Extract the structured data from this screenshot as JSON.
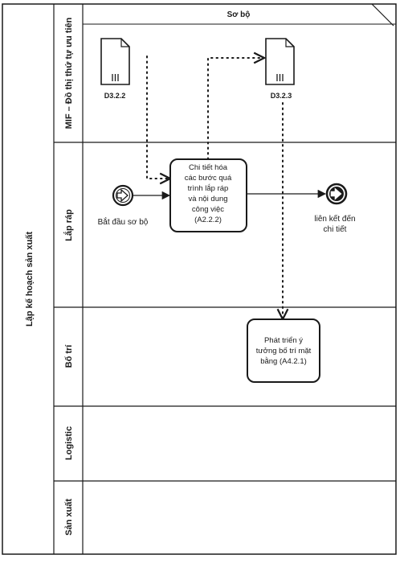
{
  "pool": {
    "label": "Lập kế hoạch sản xuất",
    "header": "Sơ bộ"
  },
  "lanes": [
    {
      "label": "MIF – Đồ thị thứ tự ưu tiên"
    },
    {
      "label": "Lắp ráp"
    },
    {
      "label": "Bố trí"
    },
    {
      "label": "Logistic"
    },
    {
      "label": "Sản xuất"
    }
  ],
  "documents": [
    {
      "label": "D3.2.2",
      "icon": "data-object-icon"
    },
    {
      "label": "D3.2.3",
      "icon": "data-object-icon"
    }
  ],
  "events": {
    "start": {
      "label": "Bắt đầu sơ bộ",
      "icon": "arrow-right-icon"
    },
    "end": {
      "line1": "liên kết đến",
      "line2": "chi tiết",
      "icon": "arrow-right-icon"
    }
  },
  "tasks": [
    {
      "lines": [
        "Chi tiết hóa",
        "các bước quá",
        "trình lắp ráp",
        "và nội dung",
        "công việc",
        "(A2.2.2)"
      ]
    },
    {
      "lines": [
        "Phát triển ý",
        "tưởng bố trí mặt",
        "bằng (A4.2.1)"
      ]
    }
  ],
  "colors": {
    "ink": "#1a1a1a",
    "task_fill": "#ffffff",
    "background": "#ffffff"
  }
}
